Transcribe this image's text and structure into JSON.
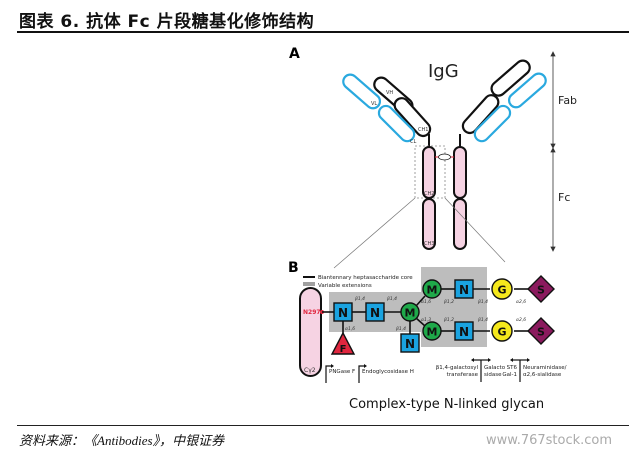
{
  "header": {
    "title": "图表 6. 抗体 Fc 片段糖基化修饰结构"
  },
  "panel_a": {
    "label": "A",
    "title": "IgG",
    "regions": {
      "fab": "Fab",
      "fc": "Fc"
    },
    "domains": {
      "vh": "VH",
      "vl": "VL",
      "ch1": "CH1",
      "cl": "CL",
      "ch2": "CH2",
      "ch3": "CH3"
    }
  },
  "panel_b": {
    "label": "B",
    "legend": {
      "core": "Biantennary heptasaccharide core",
      "ext": "Variable extensions"
    },
    "site": "N297",
    "cy2": "Cγ2",
    "sugars": {
      "glcnac": "N",
      "mannose": "M",
      "galactose": "G",
      "sialic": "S",
      "fucose": "F"
    },
    "linkages": {
      "b14": "β1,4",
      "a16": "α1,6",
      "a13": "α1,3",
      "b12": "β1,2",
      "a26": "α2,6"
    },
    "enzymes": {
      "pngase": "PNGase F",
      "endoh": "Endoglycosidase H",
      "galt1": "β1,4-galactosyl",
      "galt2": "transferase",
      "gals1": "Galacto",
      "gals2": "sidase",
      "st1": "ST6",
      "st2": "Gal-1",
      "neu1": "Neuraminidase/",
      "neu2": "α2,6-sialidase"
    },
    "caption": "Complex-type N-linked glycan"
  },
  "colors": {
    "glcnac": "#1aa3e0",
    "mannose": "#1fa94a",
    "galactose": "#f5e81c",
    "sialic": "#8b1a5e",
    "fucose": "#e0263e",
    "pink": "#f6d3e3",
    "light_chain": "#2aa9df",
    "core_box": "#bdbdbd"
  },
  "footer": {
    "source": "资料来源：《Antibodies》，中银证券",
    "watermark": "www.767stock.com"
  }
}
